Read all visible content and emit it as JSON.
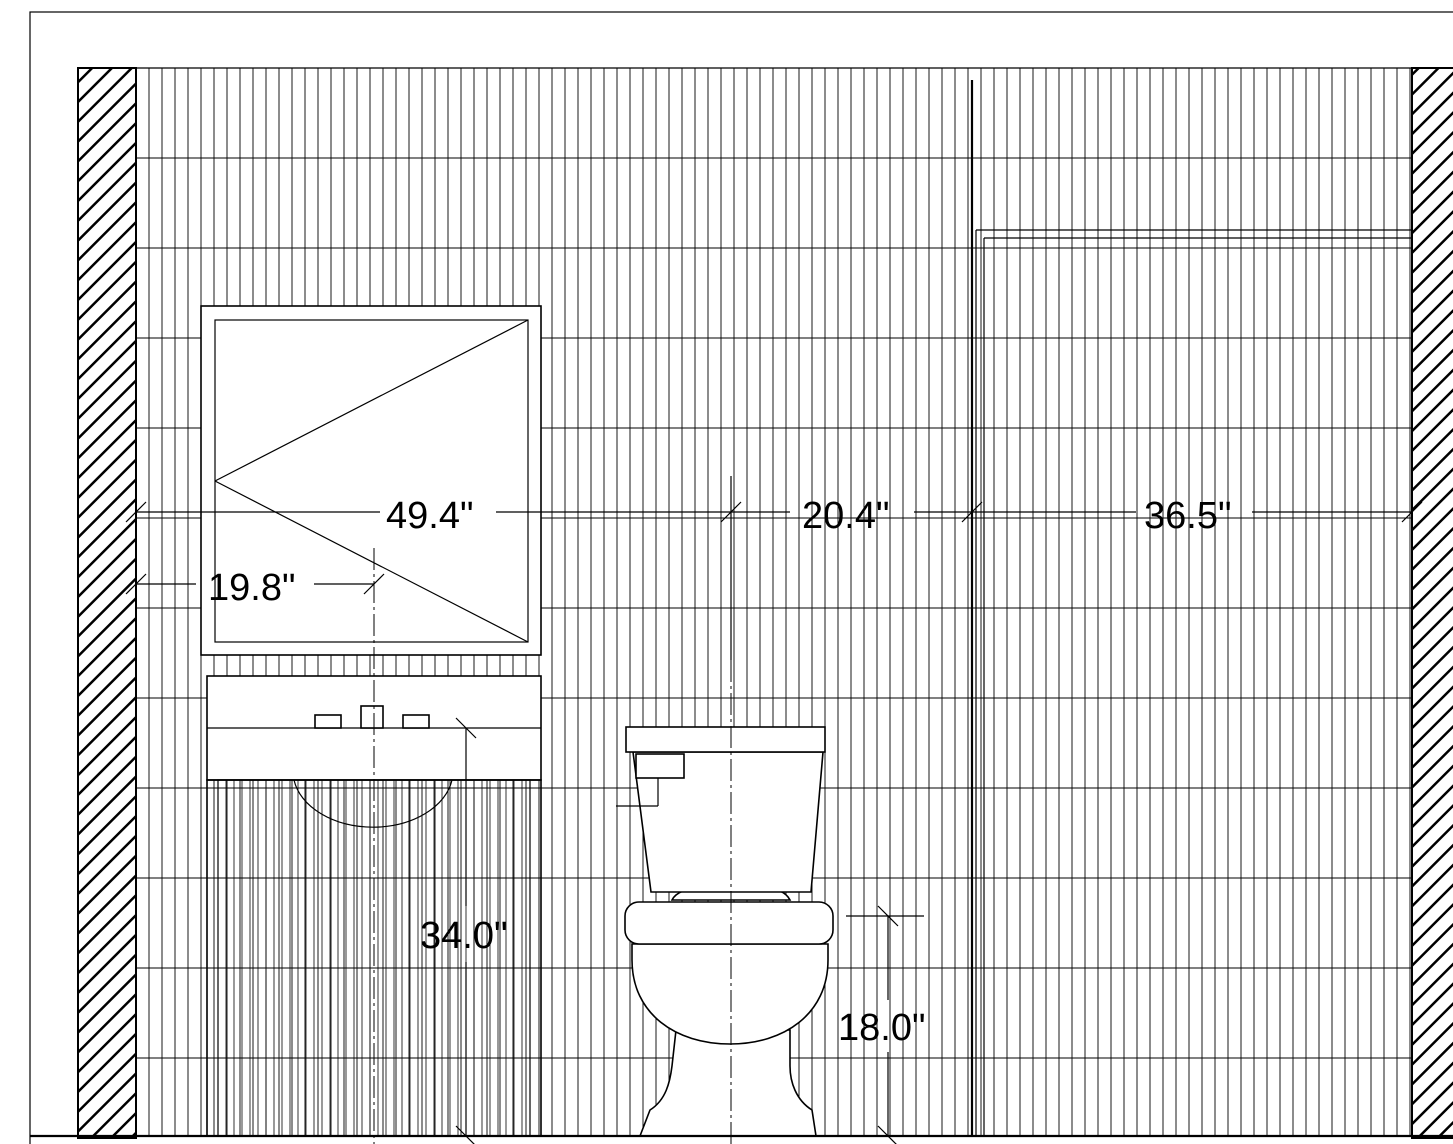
{
  "drawing": {
    "dimensions": {
      "vanity_center_to_toilet_center": "49.4\"",
      "toilet_center_to_partition": "20.4\"",
      "partition_to_right_wall": "36.5\"",
      "left_wall_to_vanity_center": "19.8\"",
      "vanity_height": "34.0\"",
      "toilet_seat_height": "18.0\""
    }
  }
}
